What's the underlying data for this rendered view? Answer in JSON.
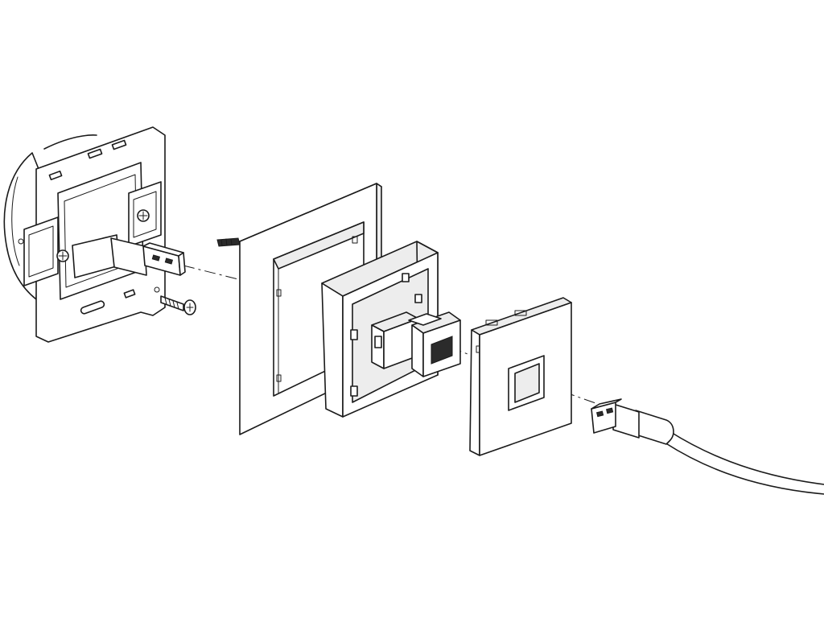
{
  "diagram": {
    "kind": "exploded assembly drawing",
    "parts": [
      "mounting-bracket",
      "usb-a-plug-internal",
      "mounting-screws",
      "outer-frame",
      "inner-frame",
      "double-keystone-adapter",
      "cover-plate",
      "usb-cable"
    ]
  },
  "colors": {
    "line": "#1a1a1a",
    "face": "#ffffff",
    "shade": "#ededed",
    "dark": "#2b2b2b"
  }
}
